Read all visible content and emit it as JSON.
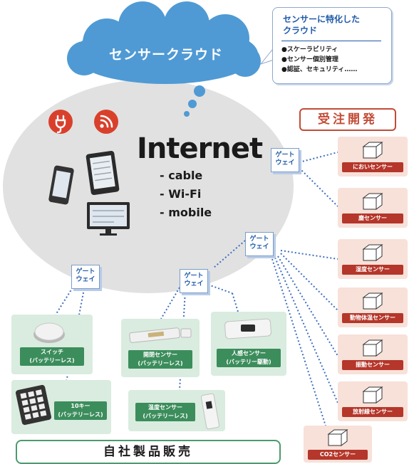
{
  "cloud": {
    "label": "センサークラウド"
  },
  "callout": {
    "title_line1": "センサーに特化した",
    "title_line2": "クラウド",
    "items": [
      "●スケーラビリティ",
      "●センサー個別管理",
      "●認証、セキュリティ……"
    ]
  },
  "internet": {
    "title": "Internet",
    "connections": [
      "- cable",
      "- Wi-Fi",
      "- mobile"
    ]
  },
  "gateway": {
    "line1": "ゲート",
    "line2": "ウェイ"
  },
  "orders": {
    "banner": "受注開発",
    "items": [
      "においセンサー",
      "塵センサー",
      "湿度センサー",
      "動物体温センサー",
      "振動センサー",
      "放射線センサー",
      "CO2センサー"
    ]
  },
  "own_products": {
    "banner": "自社製品販売",
    "switch": {
      "line1": "スイッチ",
      "line2": "(バッテリーレス)"
    },
    "keypad": {
      "line1": "10キー",
      "line2": "(バッテリーレス)"
    },
    "door": {
      "line1": "開閉センサー",
      "line2": "(バッテリーレス)"
    },
    "motion": {
      "line1": "人感センサー",
      "line2": "(バッテリー駆動)"
    },
    "temp": {
      "line1": "温度センサー",
      "line2": "(バッテリーレス)"
    }
  },
  "colors": {
    "cloud": "#4f9ad4",
    "internet_bubble": "#e1e1e1",
    "orders_red": "#c34b36",
    "own_green": "#3c8d5c",
    "link_blue": "#3f6fbf"
  },
  "icons": [
    "plug-icon",
    "wifi-icon",
    "smartphone-icon",
    "tablet-icon",
    "monitor-icon",
    "box-icon",
    "switch-device-icon",
    "keypad-device-icon",
    "door-sensor-icon",
    "motion-sensor-icon",
    "temperature-sensor-icon"
  ]
}
